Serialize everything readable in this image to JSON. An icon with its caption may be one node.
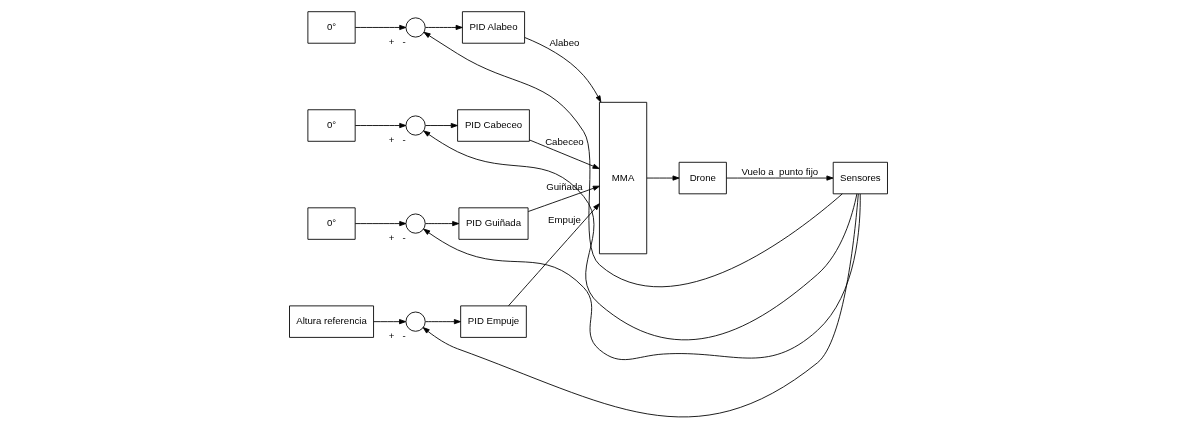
{
  "diagram": {
    "nodes": [
      {
        "text": [
          "0°"
        ]
      },
      {
        "text": [],
        "shape": "circle",
        "beside": [
          "+",
          "-"
        ]
      },
      {
        "text": [
          "PID Alabeo"
        ]
      },
      {
        "text": [
          "0°"
        ]
      },
      {
        "text": [],
        "shape": "circle",
        "beside": [
          "+",
          "-"
        ]
      },
      {
        "text": [
          "PID Cabeceo"
        ]
      },
      {
        "text": [
          "0°"
        ]
      },
      {
        "text": [],
        "shape": "circle",
        "beside": [
          "+",
          "-"
        ]
      },
      {
        "text": [
          "PID Guiñada"
        ]
      },
      {
        "text": [
          "Altura referencia"
        ]
      },
      {
        "text": [],
        "shape": "circle",
        "beside": [
          "+",
          "-"
        ]
      },
      {
        "text": [
          "PID Empuje"
        ]
      },
      {
        "text": [
          "MMA"
        ]
      },
      {
        "text": [
          "Drone"
        ]
      },
      {
        "text": [
          "Sensores"
        ]
      }
    ],
    "edges": [
      {
        "from": 0,
        "to": 1,
        "arrow": "to"
      },
      {
        "from": 1,
        "to": 2,
        "arrow": "to"
      },
      {
        "from": 2,
        "to": 12,
        "arrow": "to",
        "label": "Alabeo"
      },
      {
        "from": 3,
        "to": 4,
        "arrow": "to"
      },
      {
        "from": 4,
        "to": 5,
        "arrow": "to"
      },
      {
        "from": 5,
        "to": 12,
        "arrow": "to",
        "label": "Cabeceo"
      },
      {
        "from": 6,
        "to": 7,
        "arrow": "to"
      },
      {
        "from": 7,
        "to": 8,
        "arrow": "to"
      },
      {
        "from": 8,
        "to": 12,
        "arrow": "to",
        "label": "Guiñada"
      },
      {
        "from": 9,
        "to": 10,
        "arrow": "to"
      },
      {
        "from": 10,
        "to": 11,
        "arrow": "to"
      },
      {
        "from": 11,
        "to": 12,
        "arrow": "to",
        "label": "Empuje"
      },
      {
        "from": 12,
        "to": 13,
        "arrow": "to"
      },
      {
        "from": 13,
        "to": 14,
        "arrow": "to",
        "label": "Vuelo a  punto fijo"
      },
      {
        "from": 14,
        "to": 1,
        "arrow": "to"
      },
      {
        "from": 14,
        "to": 4,
        "arrow": "to"
      },
      {
        "from": 14,
        "to": 7,
        "arrow": "to"
      },
      {
        "from": 14,
        "to": 10,
        "arrow": "to"
      }
    ]
  }
}
